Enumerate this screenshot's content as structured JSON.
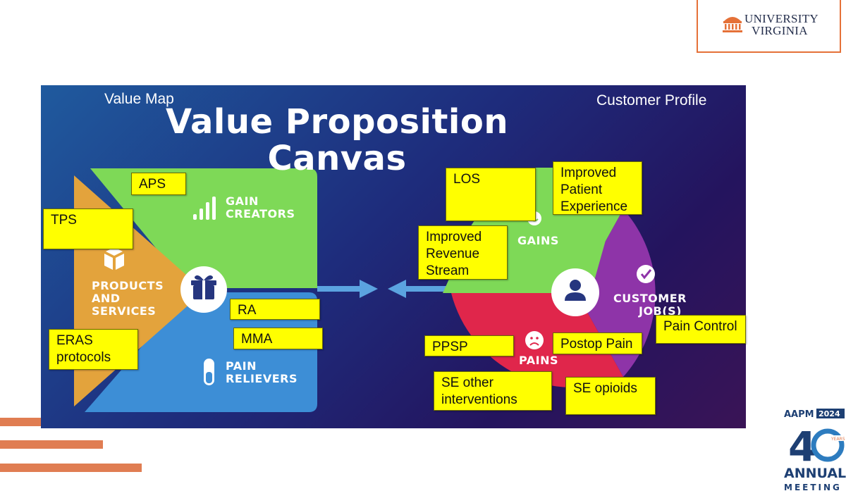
{
  "logo": {
    "line1": "UNIVERSITY",
    "line2": "VIRGINIA"
  },
  "slide": {
    "left_header": "Value Map",
    "right_header": "Customer Profile",
    "title_line1": "Value Proposition",
    "title_line2": "Canvas"
  },
  "value_map": {
    "gain_creators": [
      "GAIN",
      "CREATORS"
    ],
    "products": [
      "PRODUCTS",
      "AND",
      "SERVICES"
    ],
    "pain_relievers": [
      "PAIN",
      "RELIEVERS"
    ]
  },
  "customer_profile": {
    "gains": "GAINS",
    "jobs": [
      "CUSTOMER",
      "JOB(S)"
    ],
    "pains": "PAINS"
  },
  "notes": {
    "aps": "APS",
    "tps": "TPS",
    "ra": "RA",
    "mma": "MMA",
    "eras": [
      "ERAS",
      "protocols"
    ],
    "los": "LOS",
    "patient_exp": [
      "Improved",
      "Patient",
      "Experience"
    ],
    "revenue": [
      "Improved",
      "Revenue",
      "Stream"
    ],
    "pain_control": "Pain Control",
    "ppsp": "PPSP",
    "postop_pain": "Postop Pain",
    "se_other": [
      "SE other",
      "interventions"
    ],
    "se_opioids": "SE opioids"
  },
  "badge": {
    "org": "AAPM",
    "year": "2024",
    "years_label": "YEARS",
    "annual": "ANNUAL",
    "meeting": "MEETING"
  },
  "colors": {
    "orange": "#e57138",
    "navy": "#232d4b",
    "green": "#7ed957",
    "blue": "#3d8ed6",
    "orange_tri": "#e3a33c",
    "purple": "#8e34a8",
    "red": "#e0264b",
    "sticky": "#ffff00"
  }
}
